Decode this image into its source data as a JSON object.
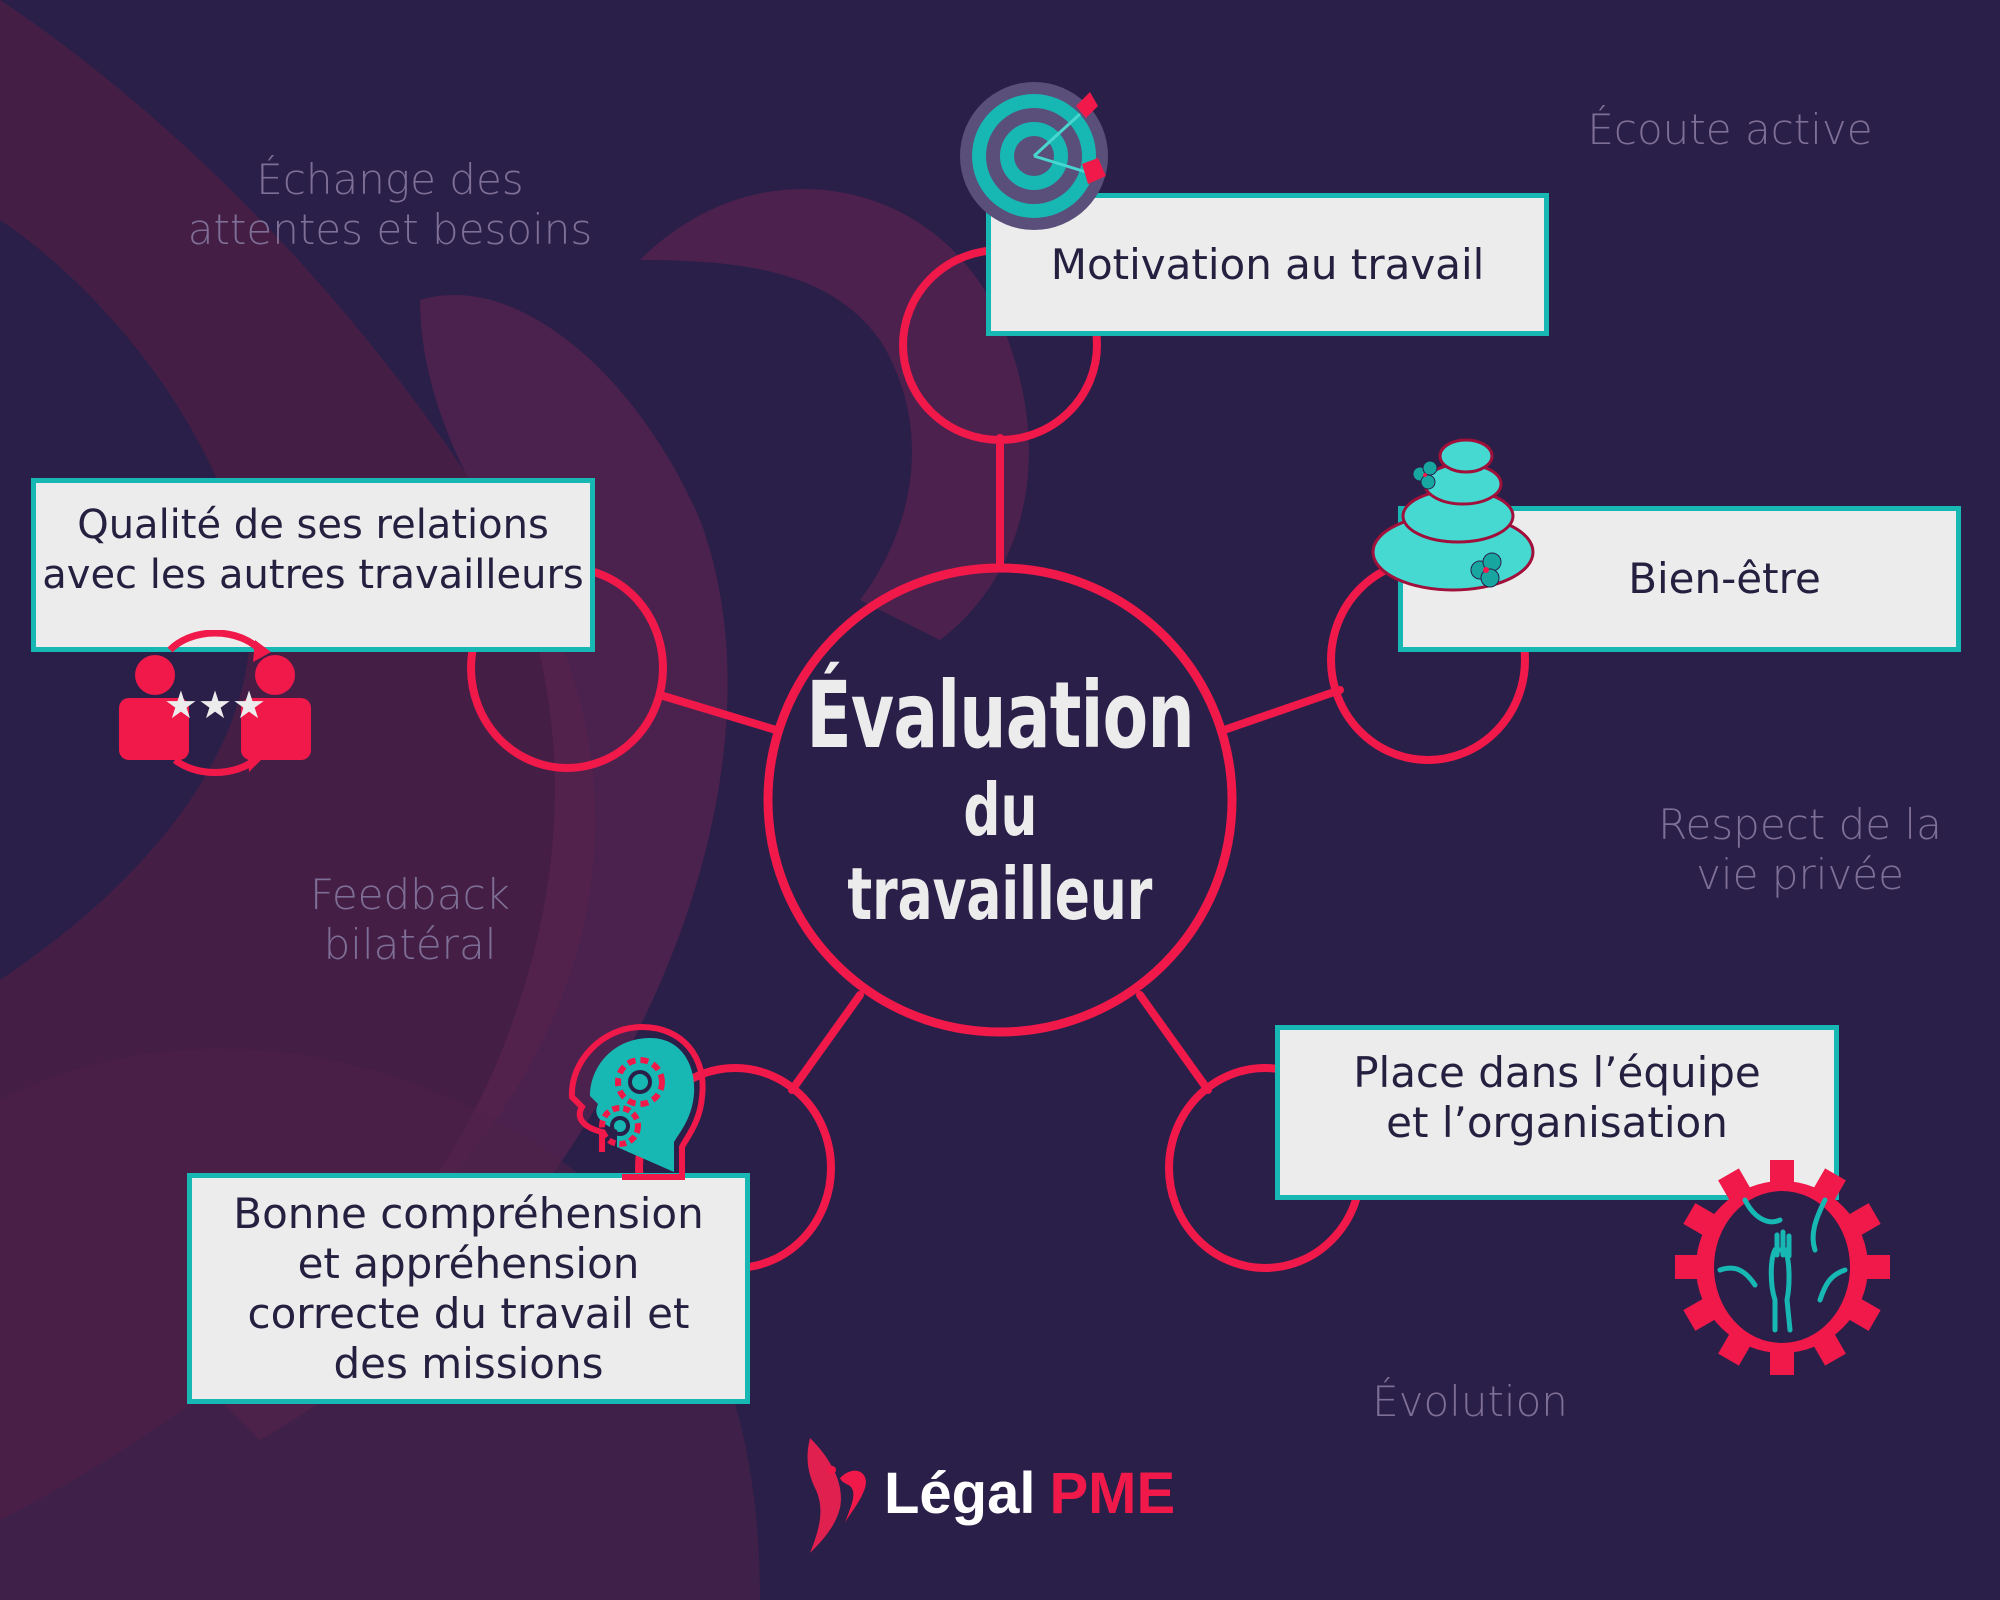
{
  "center": {
    "line1": "Évaluation",
    "line2": "du",
    "line3": "travailleur"
  },
  "nodes": [
    {
      "id": "motivation",
      "label": "Motivation au travail",
      "icon": "target-icon"
    },
    {
      "id": "bien-etre",
      "label": "Bien-être",
      "icon": "zen-stones-icon"
    },
    {
      "id": "qualite",
      "label": "Qualité de ses relations\navec les autres travailleurs",
      "icon": "people-rating-icon"
    },
    {
      "id": "comprehension",
      "label": "Bonne compréhension\net appréhension\ncorrecte du travail et\ndes missions",
      "icon": "head-gears-icon"
    },
    {
      "id": "place",
      "label": "Place dans l’équipe\net l’organisation",
      "icon": "team-hands-gear-icon"
    }
  ],
  "ghost_labels": [
    {
      "id": "echange",
      "text": "Échange des\nattentes et besoins"
    },
    {
      "id": "ecoute",
      "text": "Écoute active"
    },
    {
      "id": "feedback",
      "text": "Feedback\nbilatéral"
    },
    {
      "id": "respect",
      "text": "Respect de la\nvie privée"
    },
    {
      "id": "evolution",
      "text": "Évolution"
    }
  ],
  "logo": {
    "name": "Légal",
    "accent": "PME"
  },
  "colors": {
    "background": "#2a1f48",
    "accent_red": "#f0194a",
    "teal": "#17b8b3",
    "box_bg": "#ececec",
    "ghost_text": "#7e6f96",
    "swoosh": "#55224a"
  }
}
